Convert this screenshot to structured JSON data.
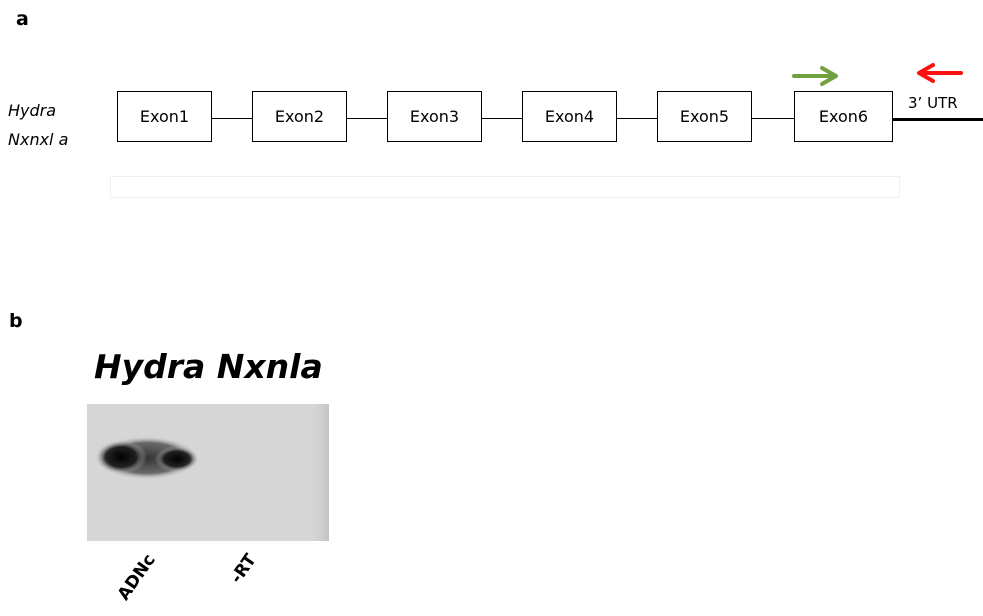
{
  "panel_a": {
    "label": "a",
    "gene_name_line1": "Hydra",
    "gene_name_line2": "Nxnxl a",
    "exons": [
      "Exon1",
      "Exon2",
      "Exon3",
      "Exon4",
      "Exon5",
      "Exon6"
    ],
    "utr_label": "3’ UTR",
    "forward_primer_color": "#70a040",
    "reverse_primer_color": "#ff1010"
  },
  "panel_b": {
    "label": "b",
    "title": "Hydra Nxnla",
    "lanes": [
      "ADNc",
      "-RT"
    ]
  }
}
